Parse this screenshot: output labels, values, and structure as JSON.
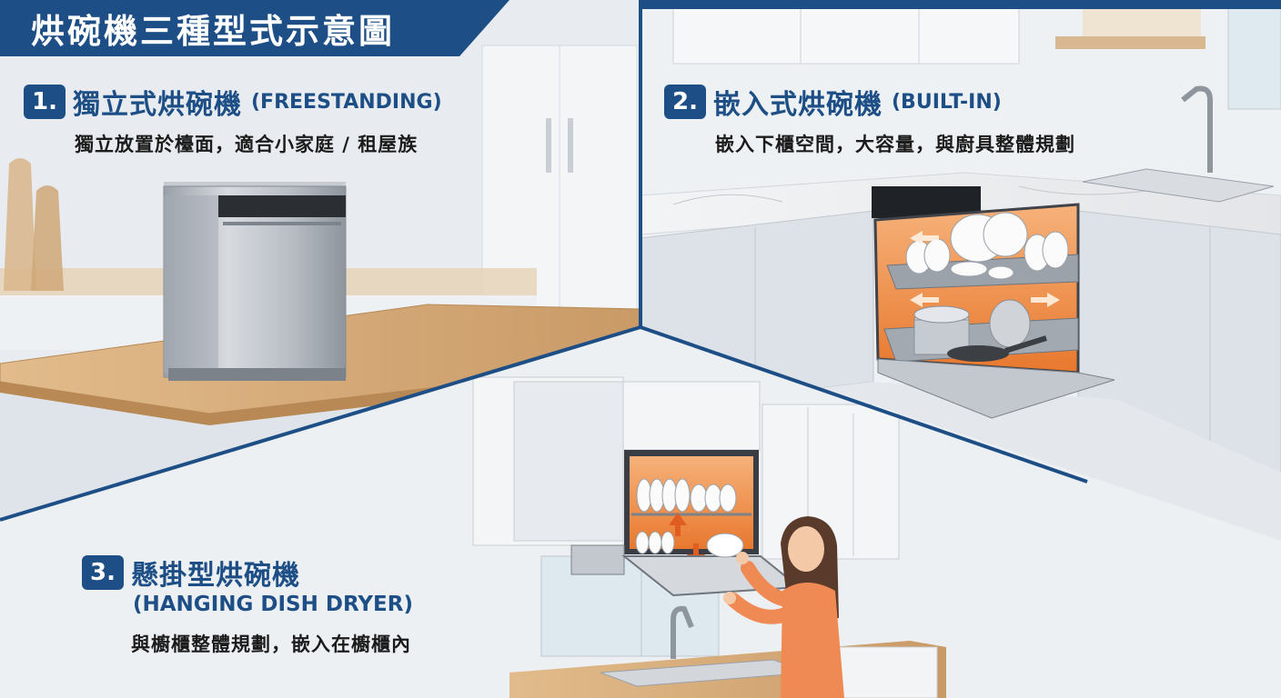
{
  "header": {
    "title": "烘碗機三種型式示意圖"
  },
  "sections": [
    {
      "number": "1.",
      "title": "獨立式烘碗機",
      "english": "(FREESTANDING)",
      "description": "獨立放置於檯面，適合小家庭 / 租屋族"
    },
    {
      "number": "2.",
      "title": "嵌入式烘碗機",
      "english": "(BUILT-IN)",
      "description": "嵌入下櫃空間，大容量，與廚具整體規劃"
    },
    {
      "number": "3.",
      "title": "懸掛型烘碗機",
      "english": "(HANGING DISH DRYER)",
      "description": "與櫥櫃整體規劃，嵌入在櫥櫃內"
    }
  ],
  "colors": {
    "brand": "#1d4f86",
    "heat": "#f08a3a",
    "wood": "#d4a878",
    "steel": "#b9bec5"
  }
}
